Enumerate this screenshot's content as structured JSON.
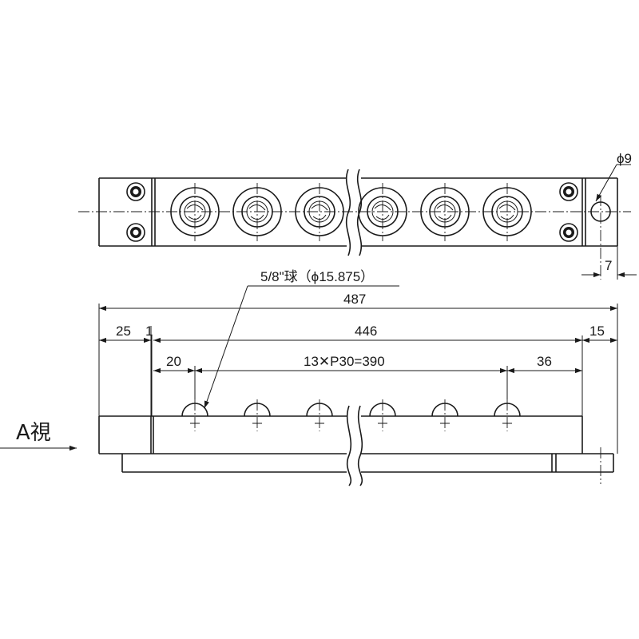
{
  "labels": {
    "phi9": "ϕ9",
    "dim7": "7",
    "ball_note": "5/8\"球（ϕ15.875）",
    "dim487": "487",
    "dim25": "25",
    "dim1": "1",
    "dim446": "446",
    "dim15": "15",
    "dim20": "20",
    "pitch": "13✕P30=390",
    "dim36": "36",
    "view_a": "A視"
  }
}
